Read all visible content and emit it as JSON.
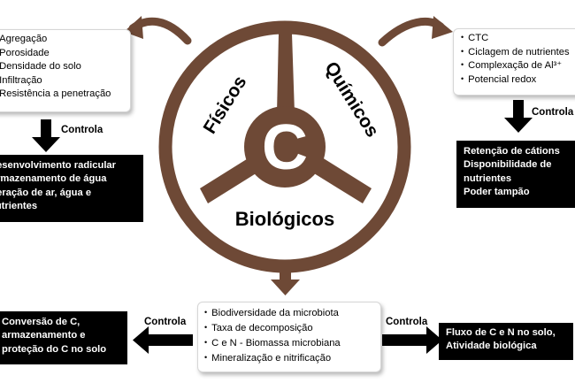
{
  "wheel": {
    "center_letter": "C",
    "sector_physical": "Físicos",
    "sector_chemical": "Químicos",
    "sector_biological": "Biológicos"
  },
  "physical": {
    "properties": [
      "Agregação",
      "Porosidade",
      "Densidade do solo",
      "Infiltração",
      "Resistência a penetração"
    ],
    "controls_label": "Controla",
    "effects": [
      "Desenvolvimento radicular",
      "Armazenamento de água",
      "Aeração de ar, água e",
      "nutrientes"
    ]
  },
  "chemical": {
    "properties": [
      "CTC",
      "Ciclagem de nutrientes",
      "Complexação de Al³⁺",
      "Potencial redox"
    ],
    "controls_label": "Controla",
    "effects": [
      "Retenção de cátions",
      "Disponibilidade de",
      "nutrientes",
      "Poder tampão"
    ]
  },
  "biological": {
    "properties": [
      "Biodiversidade da microbiota",
      "Taxa de decomposição",
      "C e N - Biomassa microbiana",
      "Mineralização e nitrificação"
    ],
    "left_label": "Controla",
    "left_effects": [
      "Conversão de C,",
      "armazenamento e",
      "proteção do C no solo"
    ],
    "right_label": "Controla",
    "right_effects": [
      "Fluxo de C e N no solo,",
      "Atividade biológica"
    ]
  },
  "colors": {
    "wheel": "#6e4936",
    "box_fill": "#000000",
    "box_text": "#ffffff"
  }
}
